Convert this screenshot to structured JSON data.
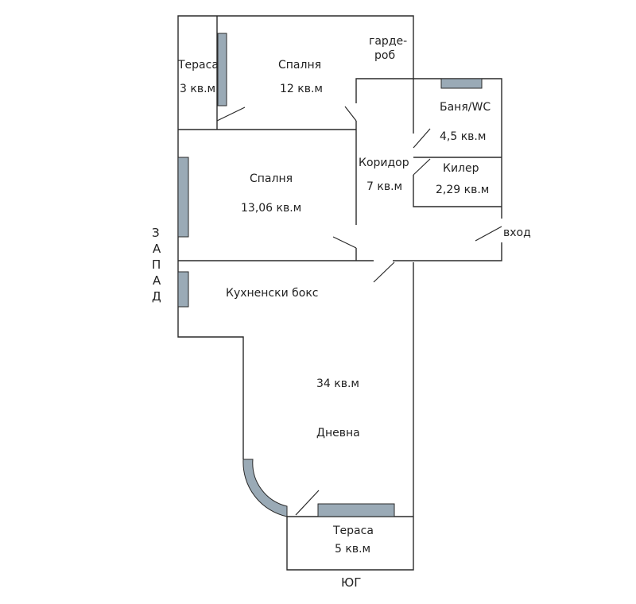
{
  "colors": {
    "wall": "#2a2a2a",
    "window": "#9aaab6",
    "background": "#ffffff"
  },
  "rooms": {
    "terrace_nw": {
      "name": "Тераса",
      "area": "3 кв.м"
    },
    "bedroom_1": {
      "name": "Спалня",
      "area": "12 кв.м"
    },
    "wardrobe": {
      "name_line1": "гарде-",
      "name_line2": "роб"
    },
    "bathroom": {
      "name": "Баня/WC",
      "area": "4,5 кв.м"
    },
    "bedroom_2": {
      "name": "Спалня",
      "area": "13,06 кв.м"
    },
    "corridor": {
      "name": "Коридор",
      "area": "7 кв.м"
    },
    "storage": {
      "name": "Килер",
      "area": "2,29 кв.м"
    },
    "entrance": {
      "name": "вход"
    },
    "kitchenette": {
      "name": "Кухненски бокс"
    },
    "living_room": {
      "name": "Дневна",
      "area": "34 кв.м"
    },
    "terrace_south": {
      "name": "Тераса",
      "area": "5 кв.м"
    }
  },
  "compass": {
    "west": [
      "З",
      "А",
      "П",
      "А",
      "Д"
    ],
    "south": "ЮГ"
  }
}
